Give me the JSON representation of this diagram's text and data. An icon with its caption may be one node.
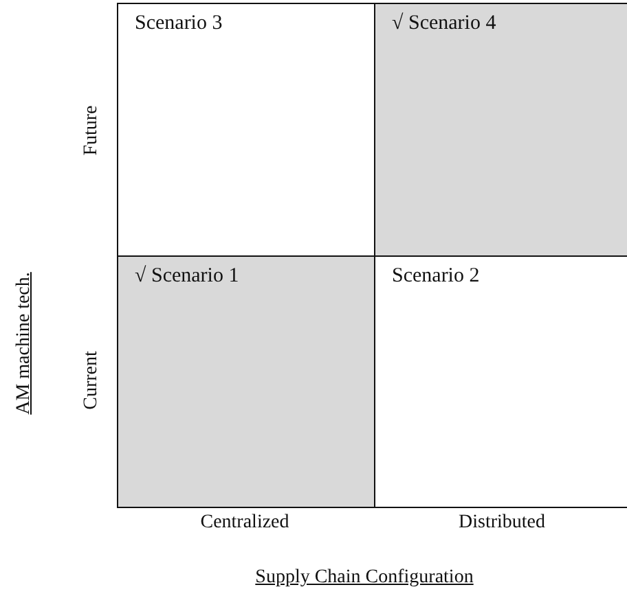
{
  "diagram": {
    "nodes": [
      {
        "text": [
          "Scenario 3"
        ]
      },
      {
        "text": [
          "√ Scenario 4"
        ]
      },
      {
        "text": [
          "√ Scenario 1"
        ]
      },
      {
        "text": [
          "Scenario 2"
        ]
      }
    ],
    "edges": [],
    "labels": [
      "Future",
      "AM machine tech.",
      "Current",
      "Centralized",
      "Distributed",
      "Supply Chain Configuration"
    ]
  }
}
